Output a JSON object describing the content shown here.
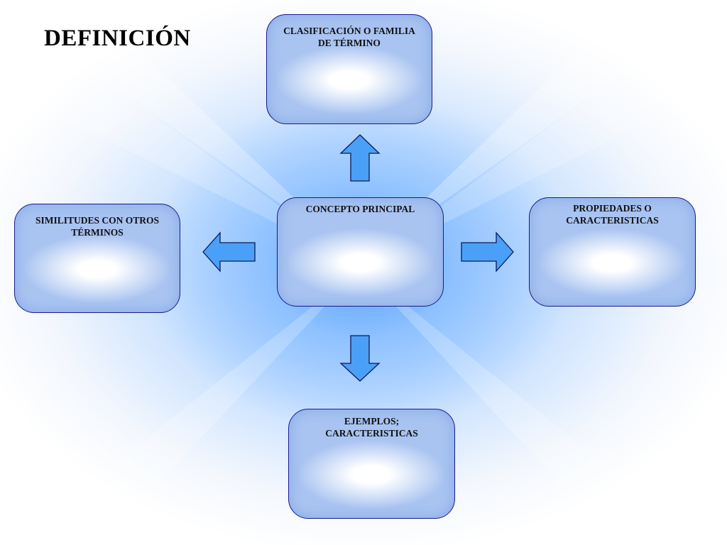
{
  "title": "DEFINICIÓN",
  "boxes": {
    "top": "CLASIFICACIÓN O FAMILIA\nDE  TÉRMINO",
    "center": "CONCEPTO PRINCIPAL",
    "left": "SIMILITUDES  CON OTROS\nTÉRMINOS",
    "right": "PROPIEDADES O\nCARACTERISTICAS",
    "bottom": "EJEMPLOS;\nCARACTERISTICAS"
  },
  "colors": {
    "arrow_fill": "#4aa0f6",
    "box_border": "#1a1a8c",
    "box_fill": "#a9c4f1",
    "background_glow": "#8ec2ff"
  },
  "arrows": [
    "arrow-up",
    "arrow-left",
    "arrow-right",
    "arrow-down"
  ]
}
